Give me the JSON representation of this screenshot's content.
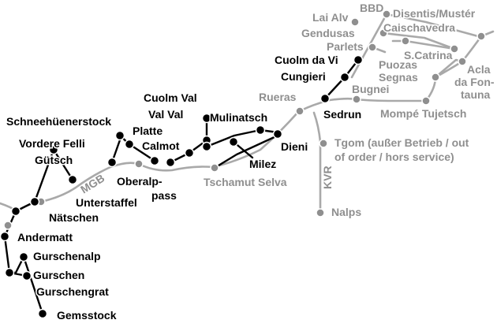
{
  "map": {
    "line_labels": {
      "mgb": "MGB",
      "kvr": "KVR"
    },
    "stations": {
      "lai_alv": "Lai Alv",
      "bbd": "BBD",
      "disentis": "Disentis/Mustér",
      "gendusas": "Gendusas",
      "caischavedra": "Caischavedra",
      "parlets": "Parlets",
      "s_catrina": "S.Catrina",
      "puozas": "Puozas",
      "segnas": "Segnas",
      "acla_1": "Acla",
      "acla_2": "da Fon-",
      "acla_3": "tauna",
      "bugnei": "Bugnei",
      "rueras": "Rueras",
      "mompe": "Mompé Tujetsch",
      "tgom_1": "Tgom (außer Betrieb / out",
      "tgom_2": "of order / hors service)",
      "tschamut": "Tschamut Selva",
      "oberalppass_1": "Oberalp-",
      "oberalppass_2": "pass",
      "nalps": "Nalps"
    },
    "lift_stations": {
      "cuolm_da_vi": "Cuolm da Vi",
      "cungieri": "Cungieri",
      "sedrun": "Sedrun",
      "cuolm_val": "Cuolm Val",
      "val_val": "Val Val",
      "calmot": "Calmot",
      "platte": "Platte",
      "schneehuenerstock": "Schneehüenerstock",
      "mulinatsch": "Mulinatsch",
      "dieni": "Dieni",
      "milez": "Milez",
      "vordere_felli": "Vordere Felli",
      "guetsch": "Gütsch",
      "unterstaffel": "Unterstaffel",
      "naetschen": "Nätschen",
      "andermatt": "Andermatt",
      "gurschenalp": "Gurschenalp",
      "gurschen": "Gurschen",
      "gurschengrat": "Gurschengrat",
      "gemsstock": "Gemsstock"
    }
  }
}
